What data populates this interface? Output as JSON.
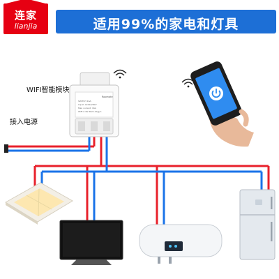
{
  "logo": {
    "chinese": "连家",
    "pinyin": "lianjia",
    "color": "#e60012"
  },
  "banner": {
    "text": "适用99%的家电和灯具",
    "color": "#1d6fd6"
  },
  "labels": {
    "wifi_module": "WIFI智能模块",
    "power_in": "接入电源"
  },
  "module": {
    "brand": "Roomate",
    "spec_lines": [
      "SWITCH 16A",
      "Input: AC90-250V",
      "Max current: 16A",
      "WiFi:2.4G 802.11b/g/n"
    ]
  },
  "wire_colors": {
    "live": "#e8212b",
    "neutral": "#1a73e8"
  },
  "phone_app": {
    "icon": "power-icon"
  },
  "appliances": [
    "ceiling-light",
    "television",
    "water-heater",
    "refrigerator"
  ]
}
